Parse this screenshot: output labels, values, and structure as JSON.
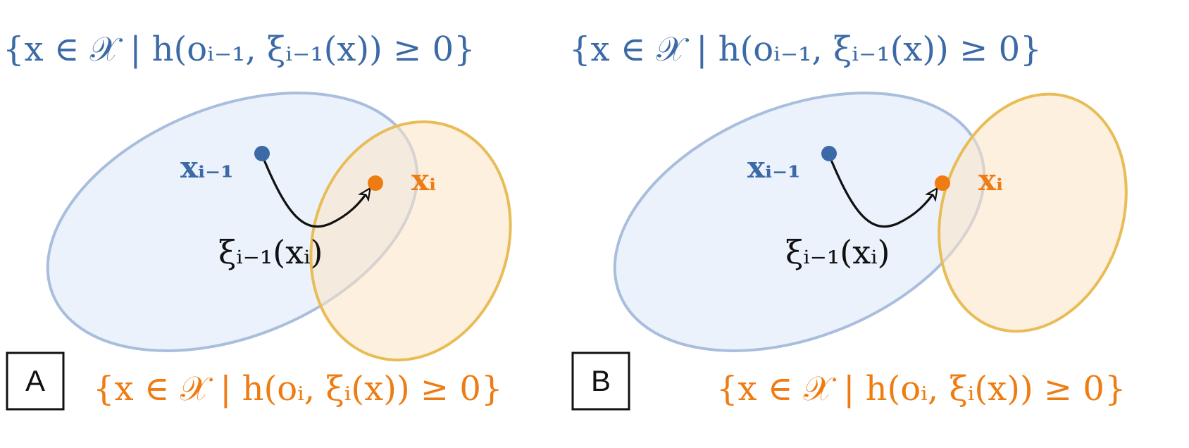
{
  "colors": {
    "blue": "#3b6aa6",
    "blue_fill": "#e8f0fb",
    "blue_stroke": "#a9bedd",
    "orange": "#ee7c12",
    "orange_fill": "#fdeedb",
    "orange_stroke": "#e8bd57",
    "black": "#111111"
  },
  "panels": [
    {
      "id": "A",
      "label": "A",
      "top_set": "{x ∈ 𝒳 | h(oᵢ₋₁, ξᵢ₋₁(x)) ≥ 0}",
      "bottom_set": "{x ∈ 𝒳 | h(oᵢ, ξᵢ(x)) ≥ 0}",
      "prev_point_label": "xᵢ₋₁",
      "curr_point_label": "xᵢ",
      "trajectory_label": "ξᵢ₋₁(xᵢ)"
    },
    {
      "id": "B",
      "label": "B",
      "top_set": "{x ∈ 𝒳 | h(oᵢ₋₁, ξᵢ₋₁(x)) ≥ 0}",
      "bottom_set": "{x ∈ 𝒳 | h(oᵢ, ξᵢ(x)) ≥ 0}",
      "prev_point_label": "xᵢ₋₁",
      "curr_point_label": "xᵢ",
      "trajectory_label": "ξᵢ₋₁(xᵢ)"
    }
  ]
}
